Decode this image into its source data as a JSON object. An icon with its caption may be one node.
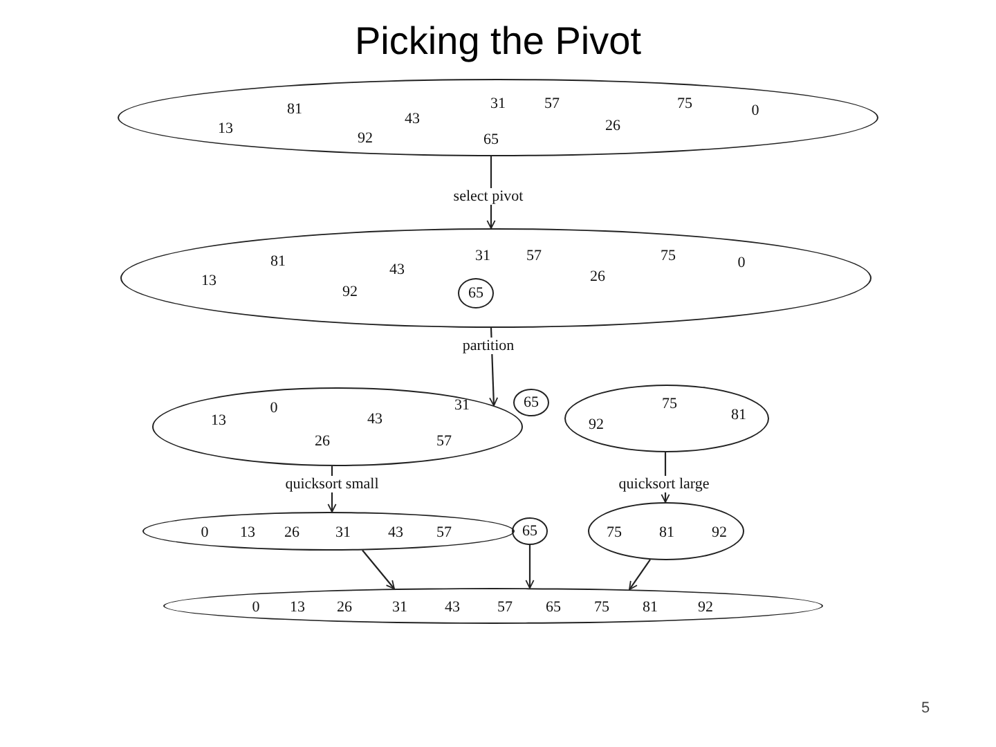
{
  "diagram": {
    "title": "Picking the Pivot",
    "nodes": [
      {
        "text": [
          "81",
          "31",
          "57",
          "75",
          "0",
          "13",
          "43",
          "26",
          "92",
          "65"
        ]
      },
      {
        "text": [
          "81",
          "31",
          "57",
          "75",
          "0",
          "13",
          "43",
          "26",
          "92"
        ]
      },
      {
        "text": [
          "65"
        ],
        "in": 1
      },
      {
        "text": [
          "0",
          "31",
          "13",
          "43",
          "26",
          "57"
        ]
      },
      {
        "text": [
          "65"
        ]
      },
      {
        "text": [
          "75",
          "81",
          "92"
        ]
      },
      {
        "text": [
          "0",
          "13",
          "26",
          "31",
          "43",
          "57"
        ]
      },
      {
        "text": [
          "65"
        ]
      },
      {
        "text": [
          "75",
          "81",
          "92"
        ]
      },
      {
        "text": [
          "0",
          "13",
          "26",
          "31",
          "43",
          "57",
          "65",
          "75",
          "81",
          "92"
        ]
      }
    ],
    "edges": [
      {
        "from": 0,
        "to": 1,
        "arrow": "to",
        "label": "select pivot"
      },
      {
        "from": 1,
        "to": 3,
        "arrow": "to",
        "label": "partition"
      },
      {
        "from": 3,
        "to": 6,
        "arrow": "to",
        "label": "quicksort small"
      },
      {
        "from": 5,
        "to": 8,
        "arrow": "to",
        "label": "quicksort large"
      },
      {
        "from": 6,
        "to": 9,
        "arrow": "to"
      },
      {
        "from": 7,
        "to": 9,
        "arrow": "to"
      },
      {
        "from": 8,
        "to": 9,
        "arrow": "to"
      }
    ],
    "labels": [
      "5"
    ]
  }
}
